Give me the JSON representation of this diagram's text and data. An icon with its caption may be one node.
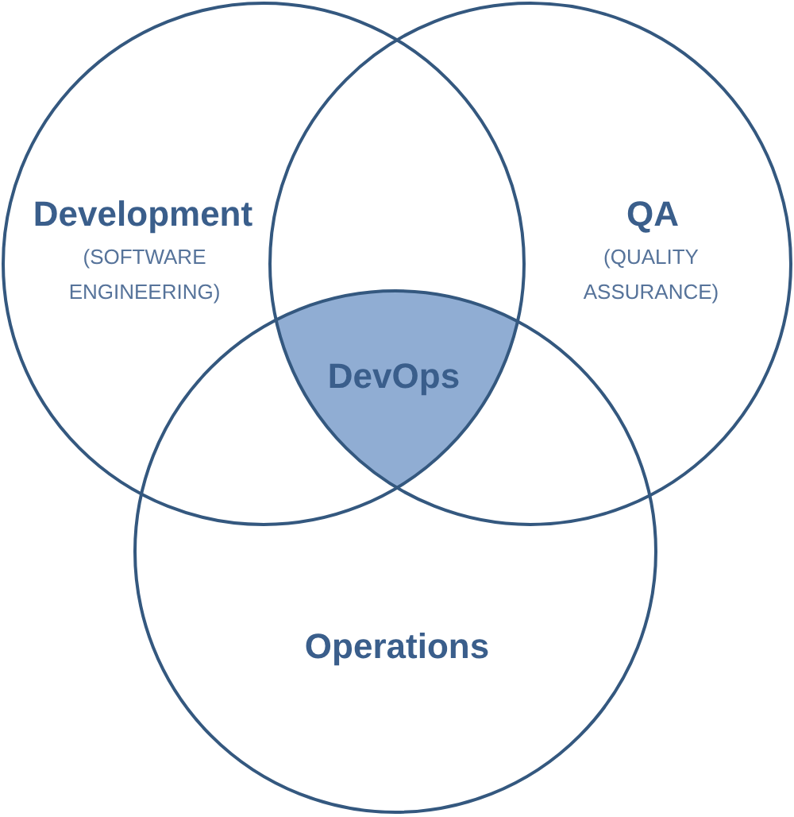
{
  "diagram": {
    "nodes": [
      {
        "text": [
          "Development",
          "(SOFTWARE ENGINEERING)"
        ]
      },
      {
        "text": [
          "QA",
          "(QUALITY ASSURANCE)"
        ]
      },
      {
        "text": [
          "Operations"
        ]
      },
      {
        "text": [
          "DevOps"
        ]
      }
    ]
  }
}
